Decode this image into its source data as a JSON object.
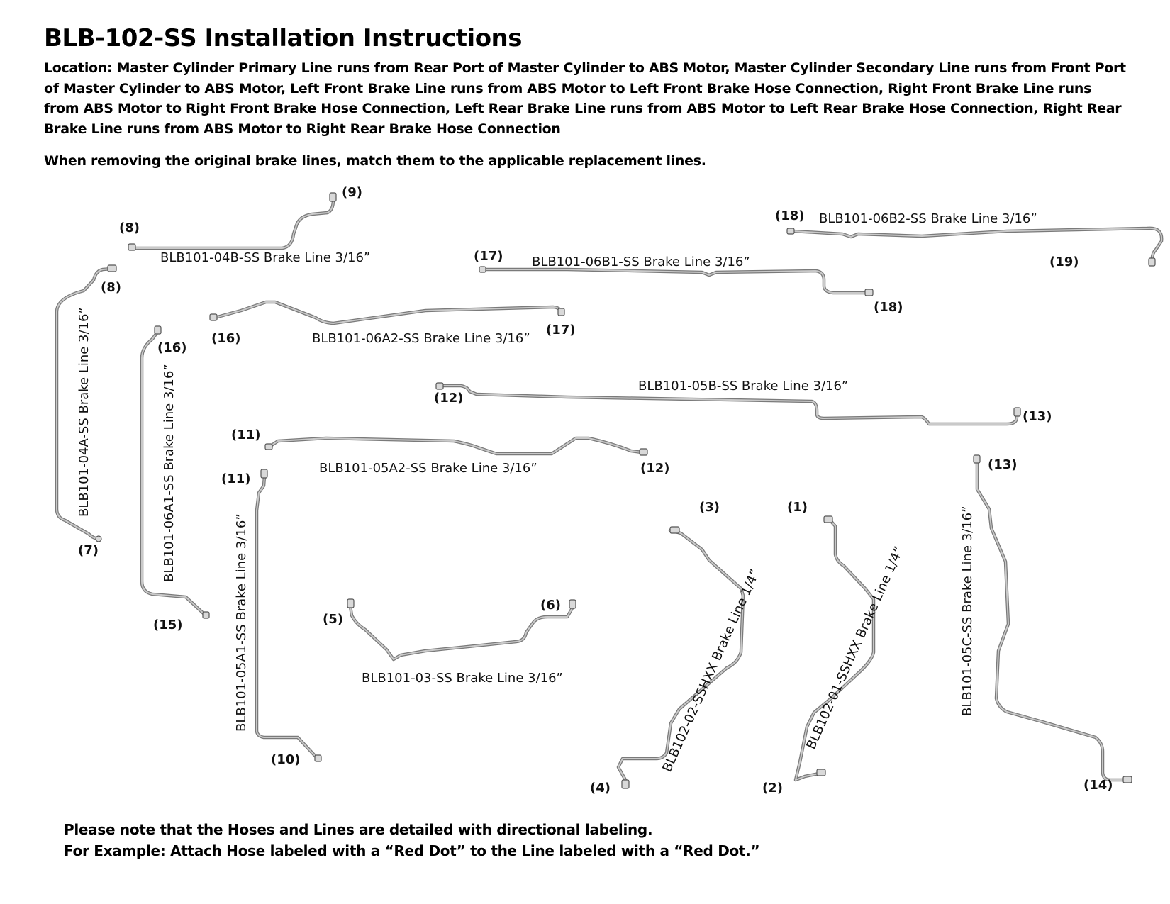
{
  "header": {
    "title": "BLB-102-SS Installation Instructions",
    "location": "Location: Master Cylinder Primary Line runs from Rear Port of Master Cylinder to ABS Motor, Master Cylinder Secondary Line runs from Front Port of Master Cylinder to ABS Motor, Left Front Brake Line runs from ABS Motor to Left Front Brake Hose Connection, Right Front Brake Line runs from ABS Motor to Right Front Brake Hose Connection, Left Rear Brake Line runs from ABS Motor to Left Rear Brake Hose Connection, Right Rear Brake Line runs from ABS Motor to Right Rear Brake Hose Connection",
    "instruction": "When removing the original brake lines, match them to the applicable replacement lines."
  },
  "lines": [
    {
      "id": "04B",
      "label": "BLB101-04B-SS Brake Line 3/16”",
      "from": "(8)",
      "to": "(9)"
    },
    {
      "id": "06B2",
      "label": "BLB101-06B2-SS Brake Line 3/16”",
      "from": "(18)",
      "to": "(19)"
    },
    {
      "id": "06B1",
      "label": "BLB101-06B1-SS Brake Line 3/16”",
      "from": "(17)",
      "to": "(18)"
    },
    {
      "id": "04A",
      "label": "BLB101-04A-SS Brake Line 3/16”",
      "from": "(8)",
      "to": "(7)"
    },
    {
      "id": "06A2",
      "label": "BLB101-06A2-SS Brake Line 3/16”",
      "from": "(16)",
      "to": "(17)"
    },
    {
      "id": "06A1",
      "label": "BLB101-06A1-SS Brake Line 3/16”",
      "from": "(16)",
      "to": "(15)"
    },
    {
      "id": "05B",
      "label": "BLB101-05B-SS Brake Line 3/16”",
      "from": "(12)",
      "to": "(13)"
    },
    {
      "id": "05A2",
      "label": "BLB101-05A2-SS Brake Line 3/16”",
      "from": "(11)",
      "to": "(12)"
    },
    {
      "id": "05A1",
      "label": "BLB101-05A1-SS Brake Line 3/16”",
      "from": "(11)",
      "to": "(10)"
    },
    {
      "id": "03",
      "label": "BLB101-03-SS Brake Line 3/16”",
      "from": "(5)",
      "to": "(6)"
    },
    {
      "id": "02",
      "label": "BLB102-02-SSHXX Brake Line 1/4”",
      "from": "(3)",
      "to": "(4)"
    },
    {
      "id": "01",
      "label": "BLB102-01-SSHXX Brake Line 1/4”",
      "from": "(1)",
      "to": "(2)"
    },
    {
      "id": "05C",
      "label": "BLB101-05C-SS Brake Line 3/16”",
      "from": "(13)",
      "to": "(14)"
    }
  ],
  "footer": {
    "note_line1": "Please note that the Hoses and Lines are detailed with directional labeling.",
    "note_line2": "For Example: Attach Hose labeled with a “Red Dot” to the Line labeled with a “Red Dot.”"
  }
}
